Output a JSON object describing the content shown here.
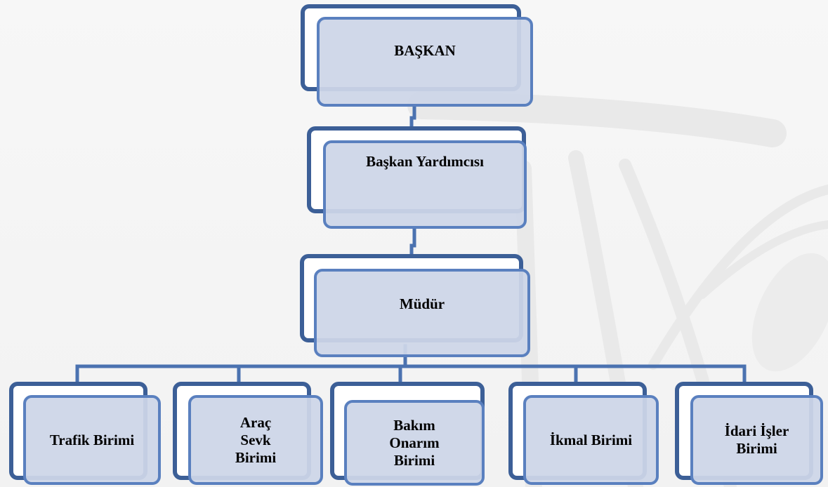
{
  "diagram": {
    "type": "org-chart",
    "colors": {
      "outer_border": "#3c5f97",
      "inner_border": "#5a80bf",
      "inner_fill": "#cdd6e8",
      "connector": "#4b72b0",
      "background": "#f4f4f4"
    },
    "nodes": {
      "baskan": {
        "label": "BAŞKAN"
      },
      "baskan_yardimcisi": {
        "label": "Başkan Yardımcısı"
      },
      "mudur": {
        "label": "Müdür"
      },
      "trafik_birimi": {
        "label": "Trafik Birimi"
      },
      "arac_sevk_birimi": {
        "label": "Araç Sevk Birimi"
      },
      "bakim_onarim_birimi": {
        "label": "Bakım Onarım Birimi"
      },
      "ikmal_birimi": {
        "label": "İkmal Birimi"
      },
      "idari_isler_birimi": {
        "label": "İdari İşler Birimi"
      }
    },
    "edges": [
      [
        "baskan",
        "baskan_yardimcisi"
      ],
      [
        "baskan_yardimcisi",
        "mudur"
      ],
      [
        "mudur",
        "trafik_birimi"
      ],
      [
        "mudur",
        "arac_sevk_birimi"
      ],
      [
        "mudur",
        "bakim_onarim_birimi"
      ],
      [
        "mudur",
        "ikmal_birimi"
      ],
      [
        "mudur",
        "idari_isler_birimi"
      ]
    ]
  }
}
